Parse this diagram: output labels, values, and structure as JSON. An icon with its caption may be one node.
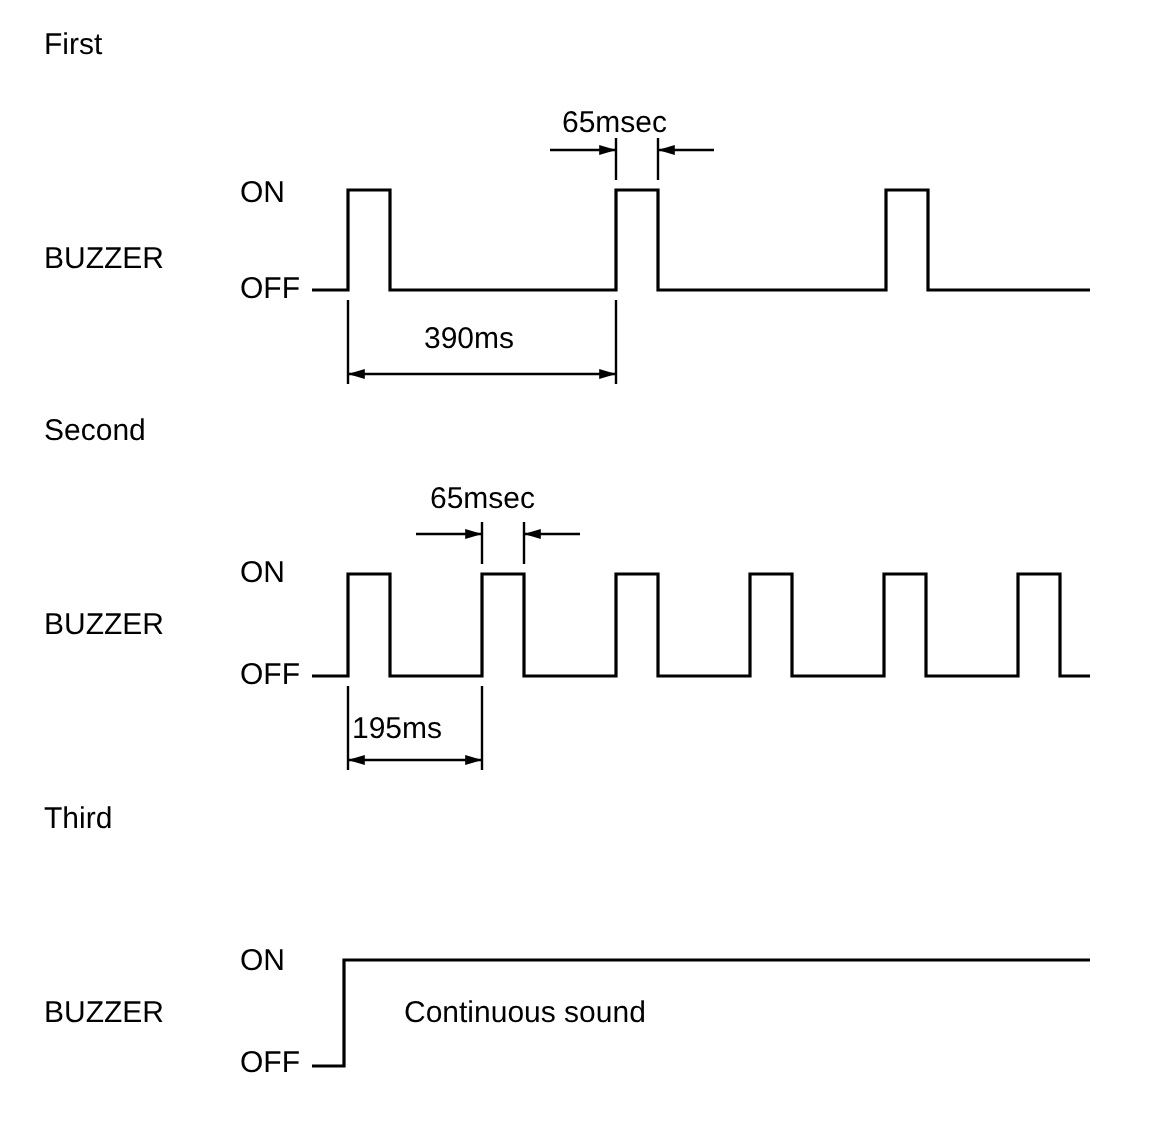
{
  "diagram": {
    "labels": [
      "First",
      "65msec",
      "ON",
      "BUZZER",
      "OFF",
      "390ms",
      "Second",
      "65msec",
      "ON",
      "BUZZER",
      "OFF",
      "195ms",
      "Third",
      "ON",
      "BUZZER",
      "OFF",
      "Continuous sound"
    ]
  }
}
